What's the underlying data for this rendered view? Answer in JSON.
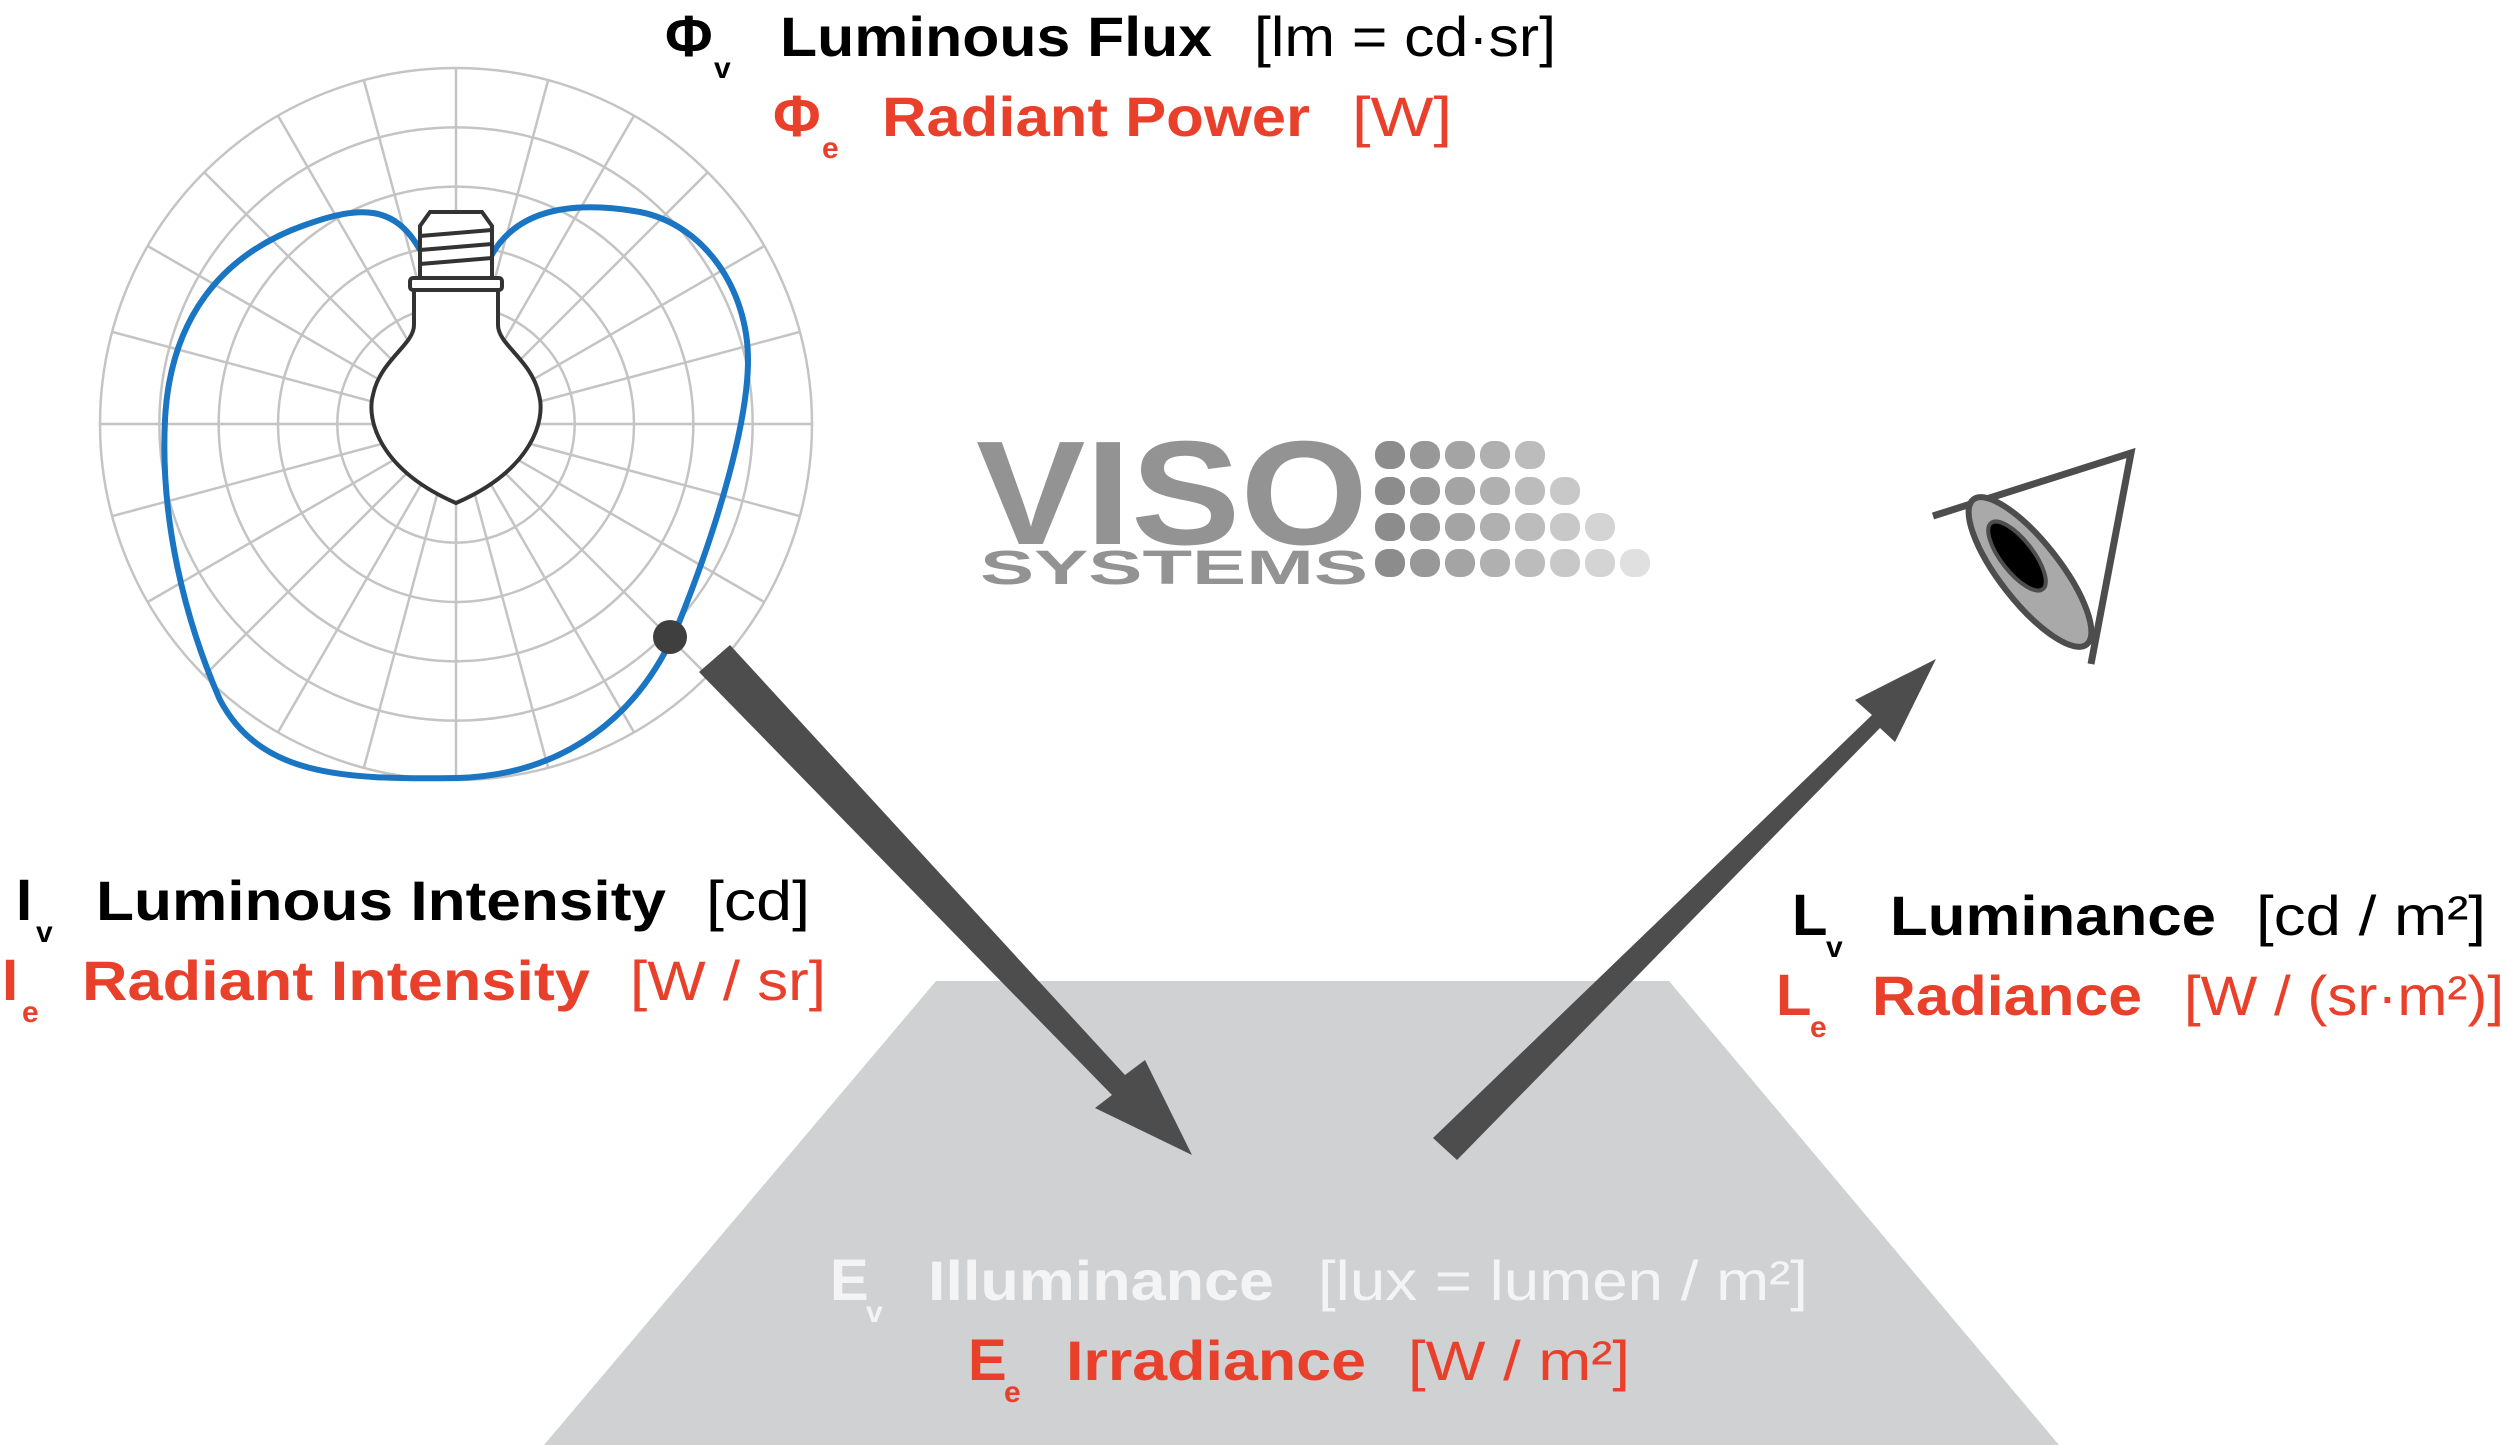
{
  "colors": {
    "accent_red": "#e8402a",
    "curve_blue": "#1a75c2",
    "arrow": "#4d4d4d",
    "surface": "#d0d1d3",
    "logo_gray": "#939393"
  },
  "flux": {
    "v_symbol": "Φ",
    "v_sub": "v",
    "v_name": "Luminous Flux",
    "v_unit": "[lm = cd·sr]",
    "e_symbol": "Φ",
    "e_sub": "e",
    "e_name": "Radiant Power",
    "e_unit": "[W]"
  },
  "intensity": {
    "v_symbol": "I",
    "v_sub": "v",
    "v_name": "Luminous Intensity",
    "v_unit": "[cd]",
    "e_symbol": "I",
    "e_sub": "e",
    "e_name": "Radiant Intensity",
    "e_unit": "[W / sr]"
  },
  "luminance": {
    "v_symbol": "L",
    "v_sub": "v",
    "v_name": "Luminance",
    "v_unit": "[cd / m²]",
    "e_symbol": "L",
    "e_sub": "e",
    "e_name": "Radiance",
    "e_unit": "[W / (sr·m²)]"
  },
  "illuminance": {
    "v_symbol": "E",
    "v_sub": "v",
    "v_name": "Illuminance",
    "v_unit": "[lux = lumen / m²]",
    "e_symbol": "E",
    "e_sub": "e",
    "e_name": "Irradiance",
    "e_unit": "[W / m²]"
  },
  "logo": {
    "line1": "VISO",
    "line2": "SYSTEMS"
  },
  "icons": [
    "light-bulb-icon",
    "eye-icon",
    "arrow-icon"
  ]
}
